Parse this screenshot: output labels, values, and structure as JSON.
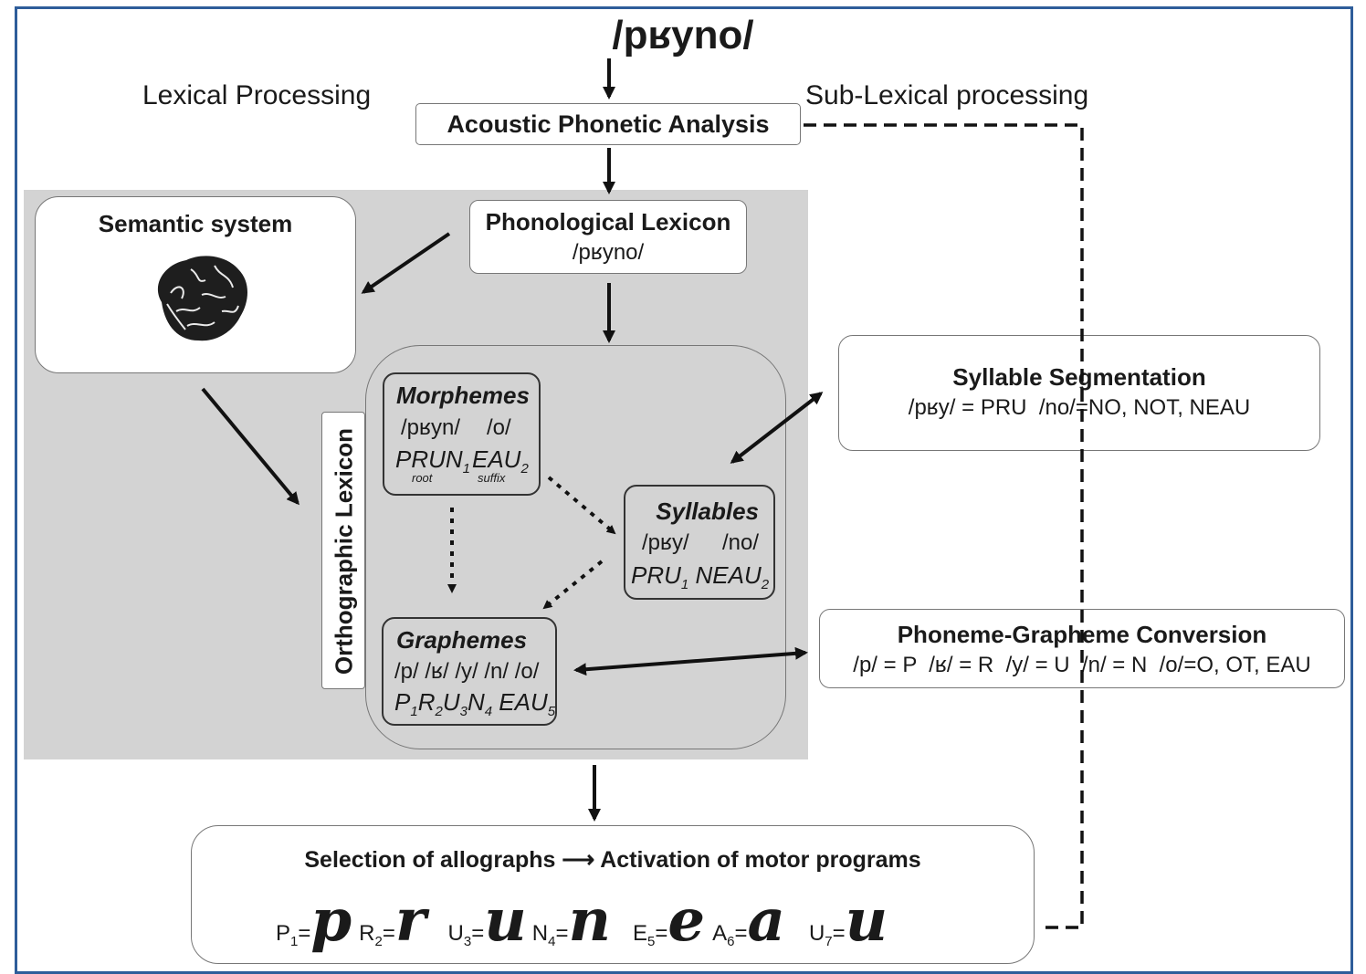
{
  "title": "/pʁyno/",
  "lexical_label": "Lexical Processing",
  "sublexical_label": "Sub-Lexical processing",
  "acoustic": "Acoustic Phonetic Analysis",
  "phon_lexicon": {
    "title": "Phonological Lexicon",
    "value": "/pʁyno/"
  },
  "semantic": {
    "title": "Semantic system",
    "icon": "brain-icon"
  },
  "ortho_lexicon": "Orthographic Lexicon",
  "morphemes": {
    "title": "Morphemes",
    "phon1": "/pʁyn/",
    "phon2": "/o/",
    "g1": "PRUN",
    "g1_sub": "1",
    "g2": "EAU",
    "g2_sub": "2",
    "note1": "root",
    "note2": "suffix"
  },
  "syllables": {
    "title": "Syllables",
    "phon1": "/pʁy/",
    "phon2": "/no/",
    "g1": "PRU",
    "g1_sub": "1",
    "g2": "NEAU",
    "g2_sub": "2"
  },
  "graphemes": {
    "title": "Graphemes",
    "phon": "/p/ /ʁ/ /y/ /n/ /o/",
    "g": [
      {
        "l": "P",
        "s": "1"
      },
      {
        "l": "R",
        "s": "2"
      },
      {
        "l": "U",
        "s": "3"
      },
      {
        "l": "N",
        "s": "4"
      },
      {
        "l": " EAU",
        "s": "5"
      }
    ]
  },
  "syllable_seg": {
    "title": "Syllable Segmentation",
    "value": "/pʁy/ = PRU  /no/=NO, NOT, NEAU"
  },
  "pg_conv": {
    "title": "Phoneme-Grapheme Conversion",
    "value": "/p/ = P  /ʁ/ = R  /y/ = U  /n/ = N  /o/=O, OT, EAU"
  },
  "allographs": {
    "title": "Selection of allographs ⟶ Activation of motor programs",
    "items": [
      {
        "l": "P",
        "s": "1",
        "a": "p"
      },
      {
        "l": "R",
        "s": "2",
        "a": "r"
      },
      {
        "l": "U",
        "s": "3",
        "a": "u"
      },
      {
        "l": "N",
        "s": "4",
        "a": "n"
      },
      {
        "l": "E",
        "s": "5",
        "a": "e"
      },
      {
        "l": "A",
        "s": "6",
        "a": "a"
      },
      {
        "l": "U",
        "s": "7",
        "a": "u"
      }
    ]
  }
}
